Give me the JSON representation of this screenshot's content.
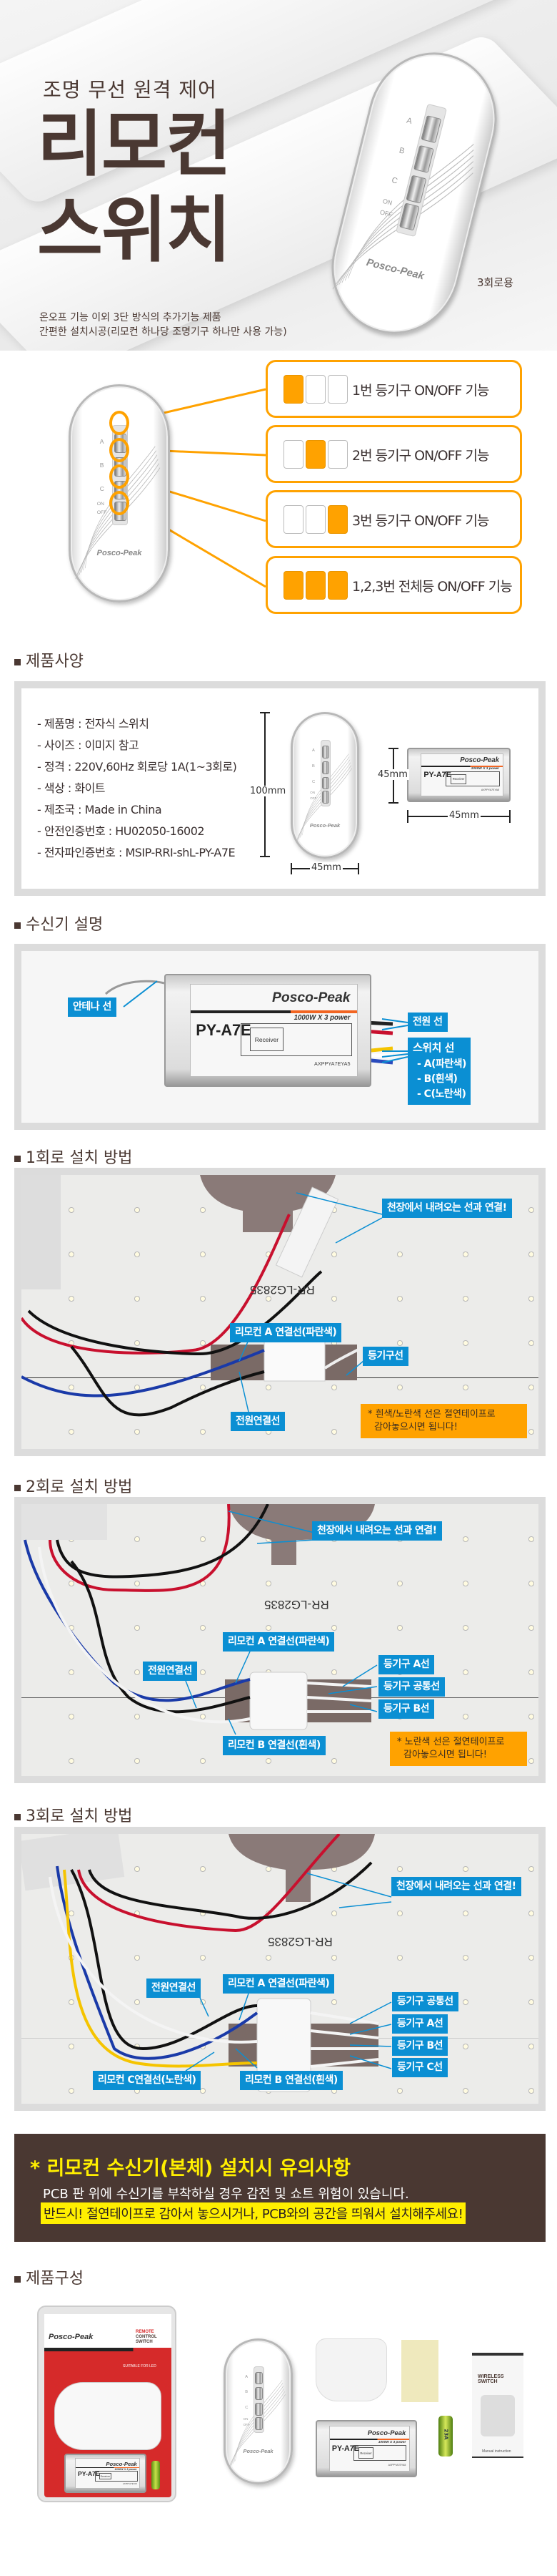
{
  "hero": {
    "subtitle": "조명 무선 원격 제어",
    "title_line1": "리모컨",
    "title_line2": "스위치",
    "variant": "3회로용",
    "desc": [
      "온오프 기능 이외 3단 방식의 추가기능 제품",
      "간편한 설치시공(리모컨 하나당 조명기구 하나만 사용 가능)"
    ]
  },
  "remote": {
    "brand": "Posco-Peak",
    "buttons": [
      "A",
      "B",
      "C"
    ],
    "on": "ON",
    "off": "OFF"
  },
  "functions": [
    {
      "lit": [
        1,
        0,
        0
      ],
      "label": "1번 등기구 ON/OFF 기능"
    },
    {
      "lit": [
        0,
        1,
        0
      ],
      "label": "2번 등기구 ON/OFF 기능"
    },
    {
      "lit": [
        0,
        0,
        1
      ],
      "label": "3번 등기구 ON/OFF 기능"
    },
    {
      "lit": [
        1,
        1,
        1
      ],
      "label": "1,2,3번 전체등 ON/OFF 기능"
    }
  ],
  "specs": {
    "heading": "제품사양",
    "items": [
      "- 제품명 : 전자식 스위치",
      "- 사이즈 : 이미지 참고",
      "- 정격 : 220V,60Hz 회로당 1A(1~3회로)",
      "- 색상 : 화이트",
      "- 제조국 : Made in China",
      "- 안전인증번호 : HU02050-16002",
      "- 전자파인증번호 : MSIP-RRI-shL-PY-A7E"
    ],
    "remote_height": "100mm",
    "remote_width": "45mm",
    "receiver_height": "45mm",
    "receiver_width": "45mm"
  },
  "receiver": {
    "heading": "수신기 설명",
    "model": "PY-A7E",
    "brand": "Posco-Peak",
    "power": "1000W X 3 power",
    "block": "Receiver",
    "code": "AXPPYA7EYA5",
    "antenna": "안테나 선",
    "power_line": "전원 선",
    "switch_line": "스위치 선",
    "switch_items": [
      "- A(파란색)",
      "- B(흰색)",
      "- C(노란색)"
    ]
  },
  "install1": {
    "heading": "1회로 설치 방법",
    "pcb": "RR-LG2835",
    "ceiling": "천장에서 내려오는 선과 연결!",
    "remote_a": "리모컨 A 연결선(파란색)",
    "lamp": "등기구선",
    "power": "전원연결선",
    "note": [
      "* 흰색/노란색 선은 절연테이프로",
      "감아놓으시면 됩니다!"
    ]
  },
  "install2": {
    "heading": "2회로 설치 방법",
    "pcb": "RR-LG2835",
    "ceiling": "천장에서 내려오는 선과 연결!",
    "remote_a": "리모컨 A 연결선(파란색)",
    "power": "전원연결선",
    "lamp_a": "등기구 A선",
    "lamp_common": "등기구 공통선",
    "lamp_b": "등기구 B선",
    "remote_b": "리모컨 B 연결선(흰색)",
    "note": [
      "* 노란색 선은 절연테이프로",
      "감아놓으시면 됩니다!"
    ]
  },
  "install3": {
    "heading": "3회로 설치 방법",
    "pcb": "RR-LG2835",
    "ceiling": "천장에서 내려오는 선과 연결!",
    "power": "전원연결선",
    "remote_a": "리모컨 A 연결선(파란색)",
    "lamp_common": "등기구 공통선",
    "lamp_a": "등기구 A선",
    "lamp_b": "등기구 B선",
    "lamp_c": "등기구 C선",
    "remote_c": "리모컨 C연결선(노란색)",
    "remote_b": "리모컨 B 연결선(흰색)"
  },
  "caution": {
    "title": "* 리모컨 수신기(본체) 설치시 유의사항",
    "line1": "PCB 판 위에 수신기를 부착하실 경우 감전 및 쇼트 위험이 있습니다.",
    "line2": "반드시! 절연테이프로 감아서 놓으시거나, PCB와의 공간을 띄워서 설치해주세요!"
  },
  "components": {
    "heading": "제품구성",
    "package_brand": "Posco-Peak",
    "package_title": [
      "REMOTE",
      "CONTROL",
      "SWITCH"
    ],
    "package_suitable": "SUITABLE FOR LED",
    "battery": "23A",
    "manual_title": "WIRELESS SWITCH",
    "manual_footer": "Manual instruction"
  },
  "colors": {
    "brown": "#4a3832",
    "orange": "#ffa200",
    "blue": "#0b8fd3",
    "yellow": "#ffef00"
  }
}
